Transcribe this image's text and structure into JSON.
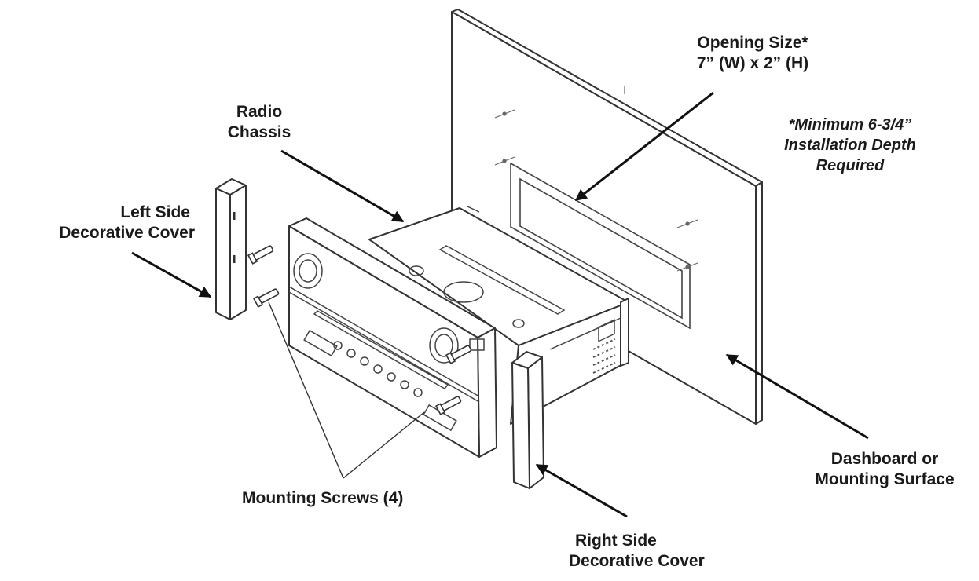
{
  "labels": {
    "opening_size": {
      "line1": "Opening Size*",
      "line2": "7” (W) x 2” (H)"
    },
    "depth_note": {
      "line1": "*Minimum 6-3/4”",
      "line2": "Installation Depth",
      "line3": "Required"
    },
    "radio_chassis": {
      "line1": "Radio",
      "line2": "Chassis"
    },
    "left_cover": {
      "line1": "Left Side",
      "line2": "Decorative Cover"
    },
    "mounting_screws": "Mounting Screws (4)",
    "dashboard": {
      "line1": "Dashboard or",
      "line2": "Mounting Surface"
    },
    "right_cover": {
      "line1": "Right Side",
      "line2": "Decorative Cover"
    }
  },
  "colors": {
    "line": "#333333",
    "text": "#1a1a1a",
    "fill": "#ffffff"
  }
}
